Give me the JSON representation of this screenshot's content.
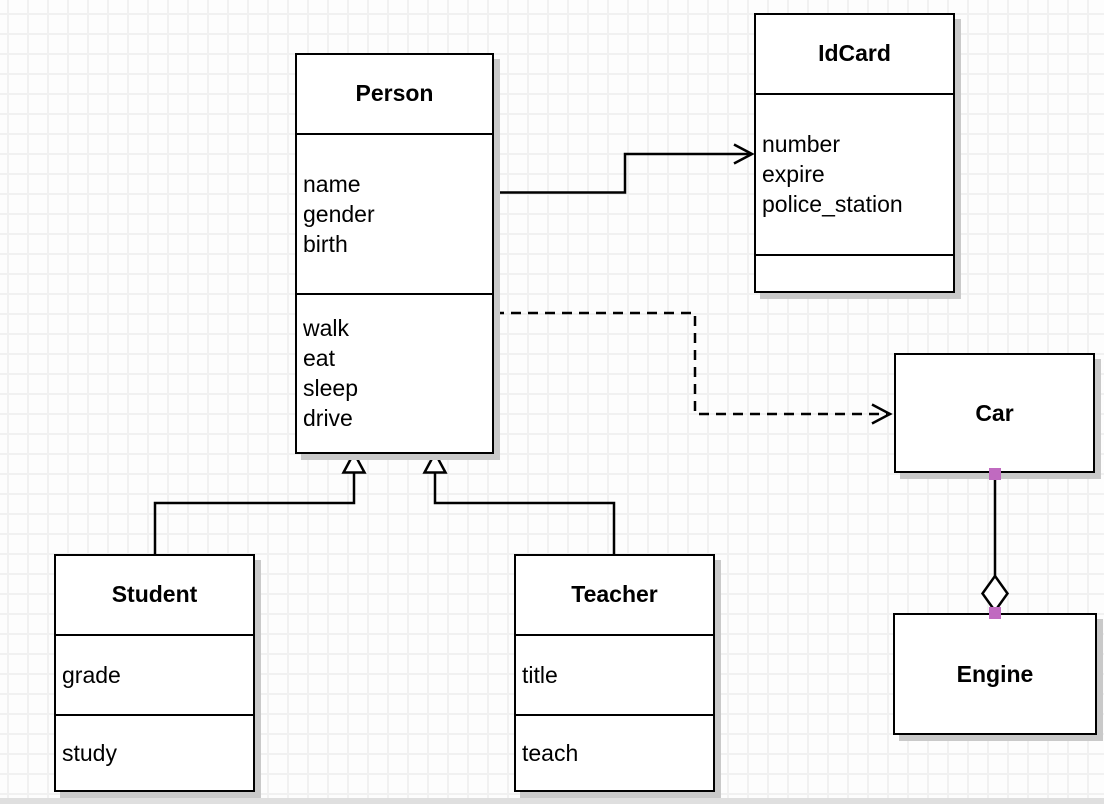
{
  "diagram": {
    "kind": "uml-class-diagram",
    "colors": {
      "background": "#fdfdfd",
      "grid_line": "#f1f1f1",
      "box_fill": "#ffffff",
      "box_border": "#000000",
      "box_shadow": "#c9c9c9",
      "connector": "#000000",
      "endpoint_handle": "#c06ac0"
    }
  },
  "classes": {
    "person": {
      "name": "Person",
      "attributes": [
        "name",
        "gender",
        "birth"
      ],
      "methods": [
        "walk",
        "eat",
        "sleep",
        "drive"
      ]
    },
    "idcard": {
      "name": "IdCard",
      "attributes": [
        "number",
        "expire",
        "police_station"
      ],
      "methods": []
    },
    "car": {
      "name": "Car",
      "attributes": [],
      "methods": []
    },
    "engine": {
      "name": "Engine",
      "attributes": [],
      "methods": []
    },
    "student": {
      "name": "Student",
      "attributes": [
        "grade"
      ],
      "methods": [
        "study"
      ]
    },
    "teacher": {
      "name": "Teacher",
      "attributes": [
        "title"
      ],
      "methods": [
        "teach"
      ]
    }
  },
  "relationships": [
    {
      "from": "Person",
      "to": "IdCard",
      "type": "association",
      "line": "solid",
      "arrow": "open-v"
    },
    {
      "from": "Person",
      "to": "Car",
      "type": "dependency",
      "line": "dashed",
      "arrow": "open-v"
    },
    {
      "from": "Student",
      "to": "Person",
      "type": "generalization",
      "line": "solid",
      "arrow": "hollow-triangle"
    },
    {
      "from": "Teacher",
      "to": "Person",
      "type": "generalization",
      "line": "solid",
      "arrow": "hollow-triangle"
    },
    {
      "from": "Car",
      "to": "Engine",
      "type": "aggregation",
      "line": "solid",
      "arrow": "hollow-diamond",
      "selected_endpoints": true
    }
  ]
}
